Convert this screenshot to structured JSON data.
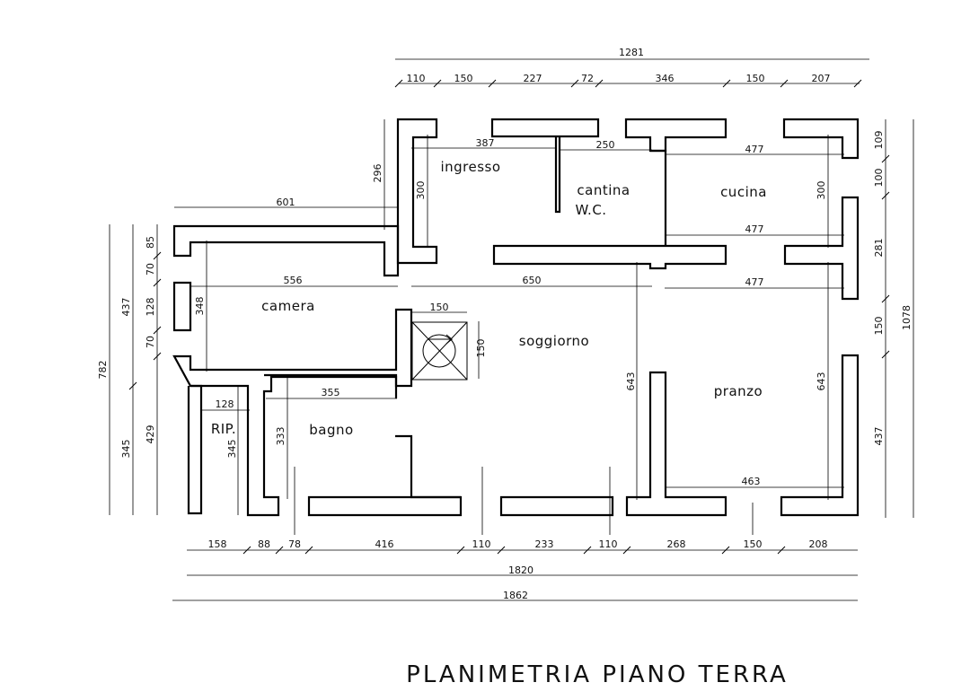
{
  "title": "PLANIMETRIA PIANO TERRA",
  "rooms": {
    "ingresso": "ingresso",
    "cantina": "cantina",
    "wc": "W.C.",
    "cucina": "cucina",
    "camera": "camera",
    "soggiorno": "soggiorno",
    "pranzo": "pranzo",
    "bagno": "bagno",
    "rip": "RIP."
  },
  "dims": {
    "top_total": "1281",
    "top_segments": [
      "110",
      "150",
      "227",
      "72",
      "346",
      "150",
      "207"
    ],
    "ingresso_w": "387",
    "cantina_w": "250",
    "cucina_w_top": "477",
    "cucina_w_bottom": "477",
    "ingresso_h": "300",
    "cucina_h": "300",
    "top_left_vert": "296",
    "camera_top_w": "601",
    "camera_w": "556",
    "camera_h": "348",
    "soggiorno_w": "650",
    "pranzo_top_w": "477",
    "stair_w": "150",
    "stair_h": "150",
    "bagno_w": "355",
    "bagno_h": "333",
    "rip_w": "128",
    "rip_h": "345",
    "soggiorno_h": "643",
    "pranzo_h": "643",
    "pranzo_w": "463",
    "left_outer": "782",
    "left_upper": "437",
    "left_lower": "345",
    "left_segments": [
      "85",
      "70",
      "128",
      "70",
      "429"
    ],
    "right_total": "1078",
    "right_segments": [
      "109",
      "100",
      "281",
      "150",
      "437"
    ],
    "bottom_segments": [
      "158",
      "88",
      "78",
      "416",
      "110",
      "233",
      "110",
      "268",
      "150",
      "208"
    ],
    "bottom_total_1": "1820",
    "bottom_total_2": "1862"
  }
}
